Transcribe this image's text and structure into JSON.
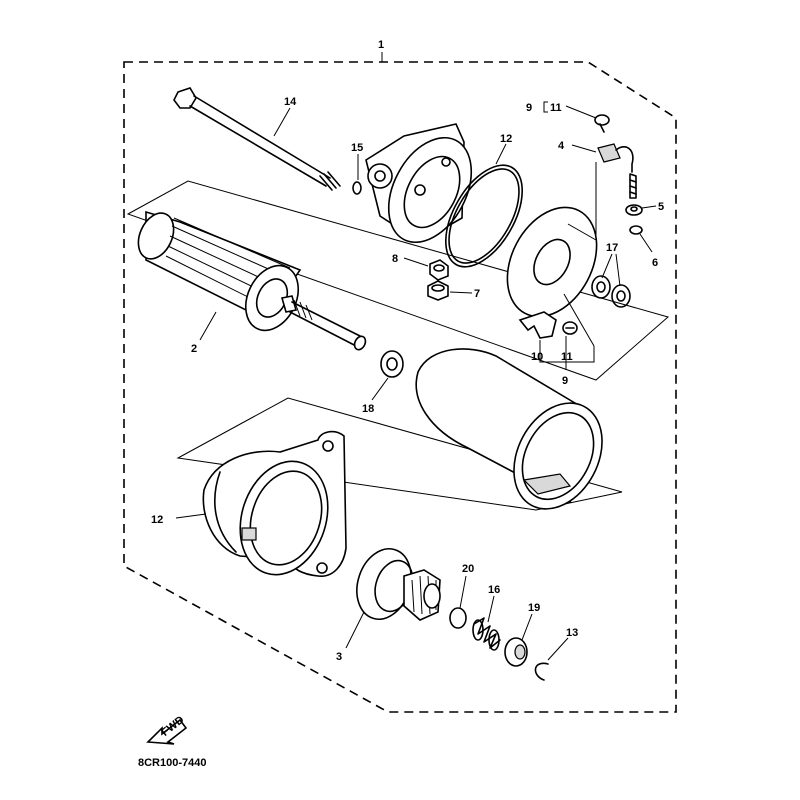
{
  "diagram": {
    "code": "8CR100-7440",
    "fwd": "FWD",
    "labels": {
      "p1": "1",
      "p2": "2",
      "p3": "3",
      "p4": "4",
      "p5": "5",
      "p6": "6",
      "p7": "7",
      "p8": "8",
      "p9a": "9",
      "p9b": "9",
      "p10": "10",
      "p11a": "11",
      "p11b": "11",
      "p12a": "12",
      "p12b": "12",
      "p13": "13",
      "p14": "14",
      "p15": "15",
      "p16": "16",
      "p17": "17",
      "p18": "18",
      "p19": "19",
      "p20": "20"
    }
  }
}
